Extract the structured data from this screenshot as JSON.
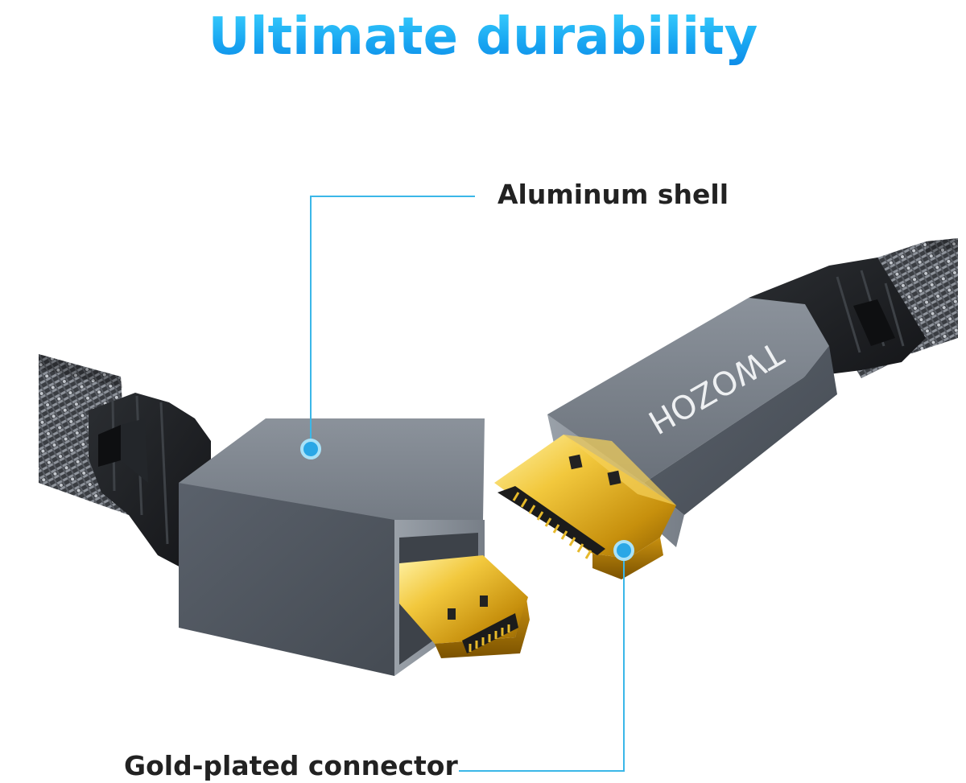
{
  "headline": "Ultimate durability",
  "callouts": {
    "aluminum_shell": "Aluminum shell",
    "gold_plated": "Gold-plated connector"
  },
  "brand": "TWOZOH",
  "colors": {
    "headline_light": "#3fd6ff",
    "headline_dark": "#0b86e6",
    "callout_line": "#3bb7e8",
    "label_text": "#222222",
    "aluminum": "#5f6771",
    "gold": "#d9a614",
    "cable_jacket": "#1d1f22"
  }
}
